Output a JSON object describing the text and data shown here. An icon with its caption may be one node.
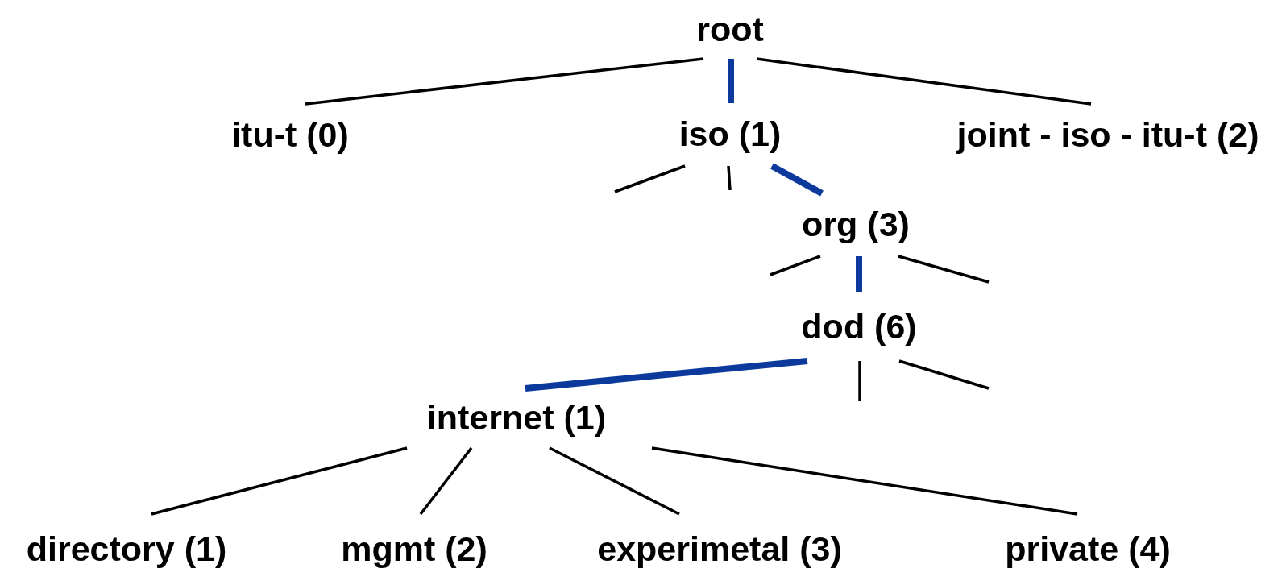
{
  "diagram": {
    "nodes": [
      {
        "text": [
          "root"
        ]
      },
      {
        "text": [
          "itu-t (0)"
        ]
      },
      {
        "text": [
          "iso (1)"
        ]
      },
      {
        "text": [
          "joint - iso - itu-t (2)"
        ]
      },
      {
        "text": [
          "org (3)"
        ]
      },
      {
        "text": [
          "dod (6)"
        ]
      },
      {
        "text": [
          "internet (1)"
        ]
      },
      {
        "text": [
          "directory (1)"
        ]
      },
      {
        "text": [
          "mgmt (2)"
        ]
      },
      {
        "text": [
          "experimetal (3)"
        ]
      },
      {
        "text": [
          "private (4)"
        ]
      }
    ],
    "edges": [
      {
        "from": 0,
        "to": 1,
        "arrow": "none"
      },
      {
        "from": 0,
        "to": 2,
        "arrow": "none",
        "style": "thick",
        "color": "#0b3a9c"
      },
      {
        "from": 0,
        "to": 3,
        "arrow": "none"
      },
      {
        "from": 2,
        "to": null,
        "arrow": "none"
      },
      {
        "from": 2,
        "to": null,
        "arrow": "none"
      },
      {
        "from": 2,
        "to": 4,
        "arrow": "none",
        "style": "thick",
        "color": "#0b3a9c"
      },
      {
        "from": 4,
        "to": null,
        "arrow": "none"
      },
      {
        "from": 4,
        "to": 5,
        "arrow": "none",
        "style": "thick",
        "color": "#0b3a9c"
      },
      {
        "from": 4,
        "to": null,
        "arrow": "none"
      },
      {
        "from": 5,
        "to": 6,
        "arrow": "none",
        "style": "thick",
        "color": "#0b3a9c"
      },
      {
        "from": 5,
        "to": null,
        "arrow": "none"
      },
      {
        "from": 5,
        "to": null,
        "arrow": "none"
      },
      {
        "from": 6,
        "to": 7,
        "arrow": "none"
      },
      {
        "from": 6,
        "to": 8,
        "arrow": "none"
      },
      {
        "from": 6,
        "to": 9,
        "arrow": "none"
      },
      {
        "from": 6,
        "to": 10,
        "arrow": "none"
      }
    ]
  }
}
